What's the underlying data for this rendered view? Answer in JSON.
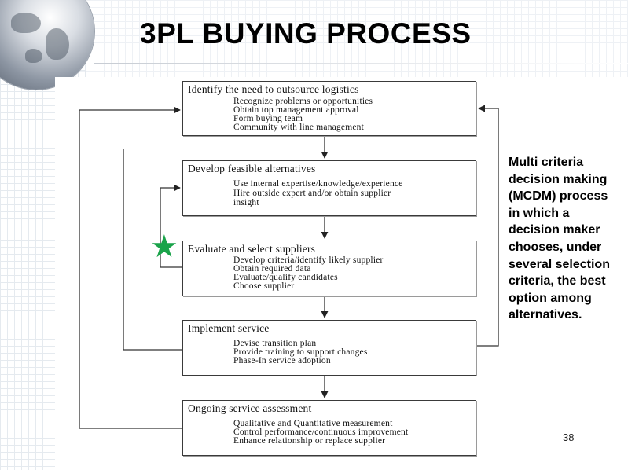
{
  "slide": {
    "title": "3PL BUYING PROCESS",
    "page_number": "38",
    "side_note": "Multi criteria decision making (MCDM) process in which a decision maker chooses, under several selection criteria, the best option among alternatives."
  },
  "diagram": {
    "steps": [
      {
        "title": "Identify the need to outsource logistics",
        "items": [
          "Recognize problems or opportunities",
          "Obtain top management approval",
          "Form buying team",
          "Community with line management"
        ]
      },
      {
        "title": "Develop feasible alternatives",
        "items": [
          "Use internal expertise/knowledge/experience",
          "Hire outside expert and/or obtain supplier",
          "insight"
        ]
      },
      {
        "title": "Evaluate and select suppliers",
        "items": [
          "Develop criteria/identify likely supplier",
          "Obtain required data",
          "Evaluate/qualify candidates",
          "Choose supplier"
        ]
      },
      {
        "title": "Implement service",
        "items": [
          "Devise transition plan",
          "Provide training to support changes",
          "Phase-In service adoption"
        ]
      },
      {
        "title": "Ongoing service assessment",
        "items": [
          "Qualitative and Quantitative measurement",
          "Control performance/continuous improvement",
          "Enhance relationship or replace supplier"
        ]
      }
    ],
    "highlight_marker": "star-icon",
    "marker_color": "#1aa34a"
  }
}
